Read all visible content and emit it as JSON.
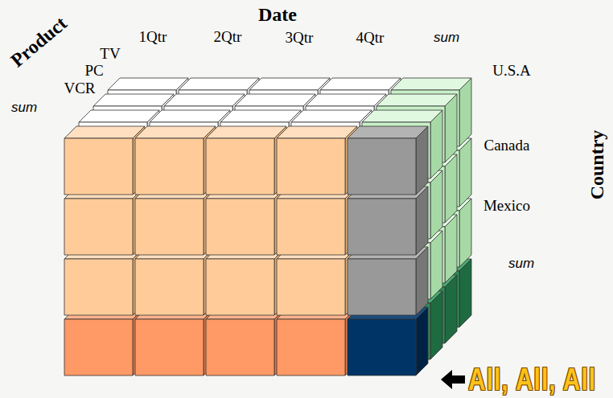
{
  "diagram": {
    "labels": [
      "Date",
      "Product",
      "Country",
      "TV",
      "PC",
      "VCR",
      "sum",
      "1Qtr",
      "2Qtr",
      "3Qtr",
      "4Qtr",
      "sum",
      "U.S.A",
      "Canada",
      "Mexico",
      "sum",
      "All, All, All"
    ]
  }
}
